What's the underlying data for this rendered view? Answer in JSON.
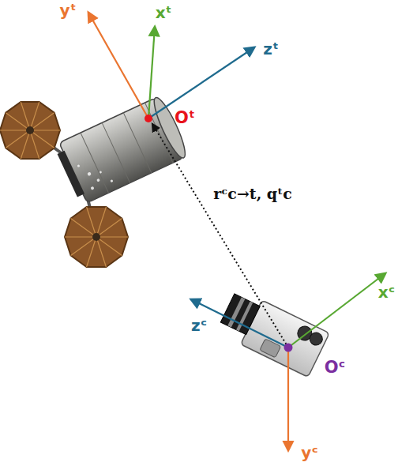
{
  "diagram": {
    "labels": [
      "yᵗ",
      "xᵗ",
      "zᵗ",
      "Oᵗ",
      "rᶜc→t, qᵗc",
      "zᶜ",
      "xᶜ",
      "Oᶜ",
      "yᶜ"
    ]
  }
}
